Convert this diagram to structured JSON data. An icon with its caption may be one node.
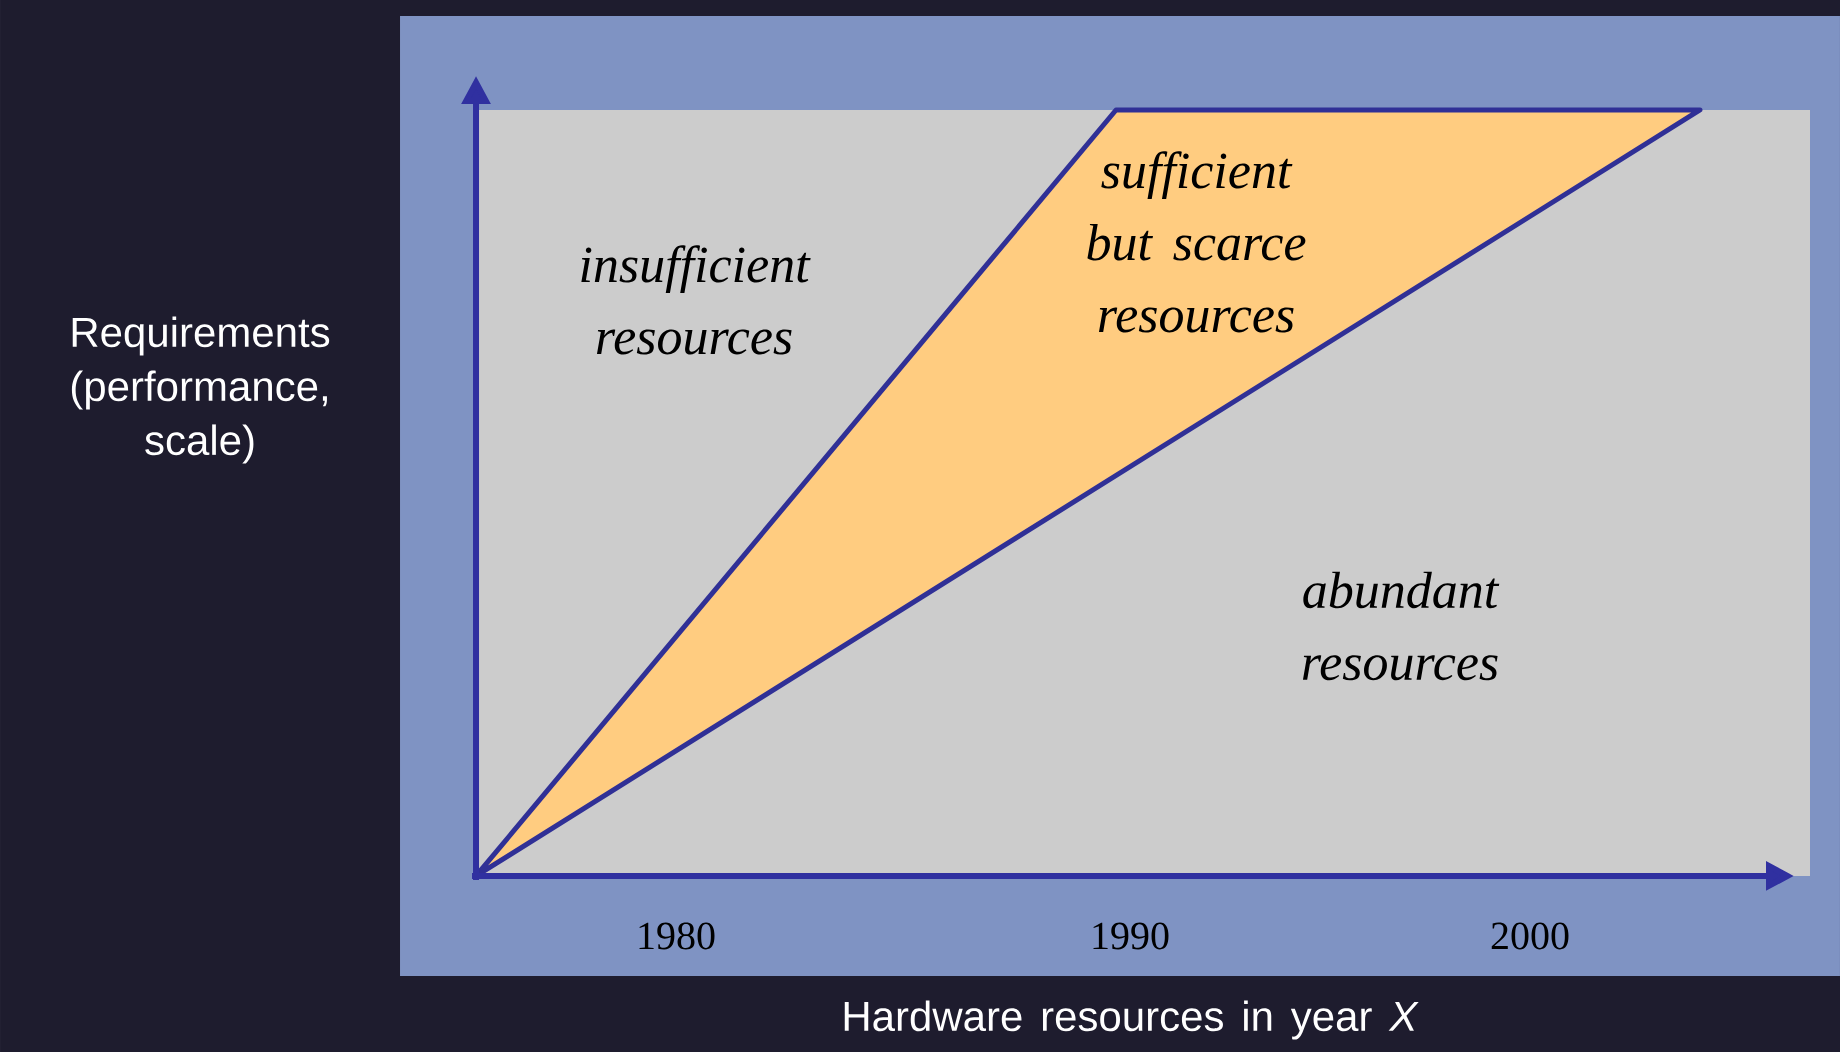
{
  "diagram": {
    "labels": [
      "insufficient resources",
      "sufficient but scarce resources",
      "abundant resources",
      "Requirements (performance, scale)",
      "1980",
      "1990",
      "2000",
      "Hardware resources in year *X*"
    ]
  }
}
